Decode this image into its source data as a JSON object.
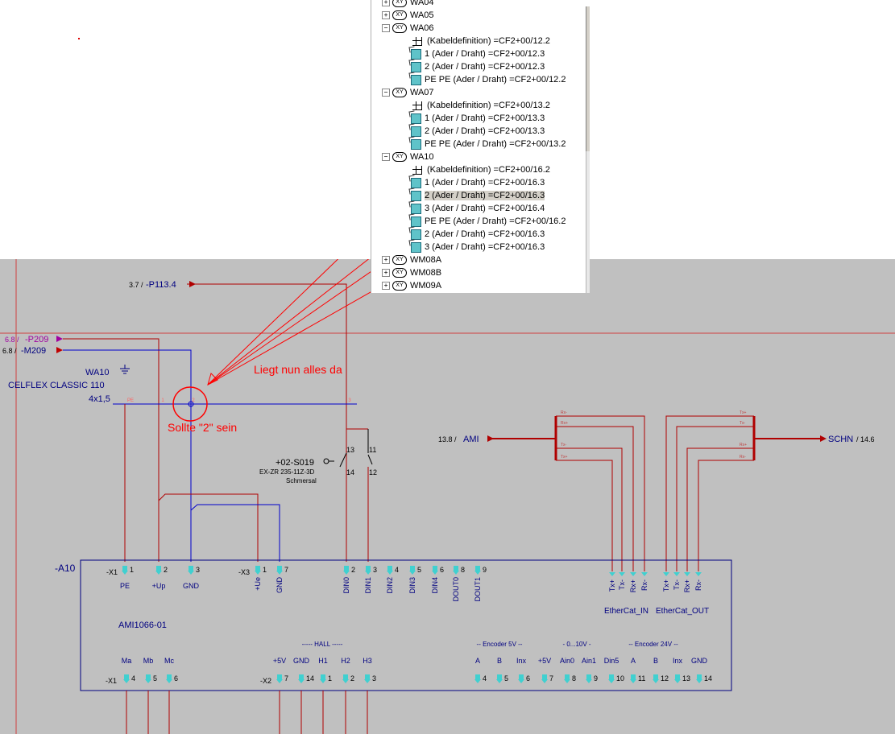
{
  "tree": {
    "top_partial": "WA04",
    "groups": [
      {
        "name": "WA05",
        "expanded": false,
        "children": []
      },
      {
        "name": "WA06",
        "expanded": true,
        "children": [
          {
            "kind": "def",
            "label": "(Kabeldefinition) =CF2+00/12.2"
          },
          {
            "kind": "wire",
            "label": "1 (Ader / Draht) =CF2+00/12.3"
          },
          {
            "kind": "wire",
            "label": "2 (Ader / Draht) =CF2+00/12.3"
          },
          {
            "kind": "wire",
            "label": "PE PE (Ader / Draht) =CF2+00/12.2"
          }
        ]
      },
      {
        "name": "WA07",
        "expanded": true,
        "children": [
          {
            "kind": "def",
            "label": "(Kabeldefinition) =CF2+00/13.2"
          },
          {
            "kind": "wire",
            "label": "1 (Ader / Draht) =CF2+00/13.3"
          },
          {
            "kind": "wire",
            "label": "2 (Ader / Draht) =CF2+00/13.3"
          },
          {
            "kind": "wire",
            "label": "PE PE (Ader / Draht) =CF2+00/13.2"
          }
        ]
      },
      {
        "name": "WA10",
        "expanded": true,
        "children": [
          {
            "kind": "def",
            "label": "(Kabeldefinition) =CF2+00/16.2"
          },
          {
            "kind": "wire",
            "label": "1 (Ader / Draht) =CF2+00/16.3"
          },
          {
            "kind": "wire",
            "label": "2 (Ader / Draht) =CF2+00/16.3",
            "selected": true
          },
          {
            "kind": "wire",
            "label": "3 (Ader / Draht) =CF2+00/16.4"
          },
          {
            "kind": "wire",
            "label": "PE PE (Ader / Draht) =CF2+00/16.2"
          },
          {
            "kind": "wire",
            "label": "2 (Ader / Draht) =CF2+00/16.3"
          },
          {
            "kind": "wire",
            "label": "3 (Ader / Draht) =CF2+00/16.3"
          }
        ]
      },
      {
        "name": "WM08A",
        "expanded": false,
        "children": []
      },
      {
        "name": "WM08B",
        "expanded": false,
        "children": []
      },
      {
        "name": "WM09A",
        "expanded": false,
        "children": []
      }
    ],
    "icon": "xy-group-icon"
  },
  "schematic": {
    "p113_ref": "3.7 /",
    "p113_name": "-P113.4",
    "p209_ref": "6.8 /",
    "p209_name": "-P209",
    "m209_ref": "6.8 /",
    "m209_name": "-M209",
    "cable_name": "WA10",
    "cable_type": "CELFLEX CLASSIC 110",
    "cable_size": "4x1,5",
    "cable_cond": [
      "PE",
      "1",
      "2",
      "3"
    ],
    "annotation_all": "Liegt nun alles da",
    "annotation_should": "Sollte \"2\" sein",
    "switch_name": "+02-S019",
    "switch_type": "EX-ZR 235-11Z-3D",
    "switch_maker": "Schmersal",
    "switch_pins": [
      "13",
      "14",
      "11",
      "12"
    ],
    "ami_ref": "13.8 /",
    "ami_name": "AMI",
    "schn_name": "SCHN",
    "schn_ref": "/ 14.6",
    "eth_in_pins": [
      "Rx-",
      "Rx+",
      "Tx-",
      "Tx+"
    ],
    "eth_out_pins": [
      "Tx+",
      "Tx-",
      "Rx+",
      "Rx-"
    ],
    "device_name": "-A10",
    "device_type": "AMI1066-01",
    "x1_label": "-X1",
    "x1_pins": [
      {
        "n": "1",
        "l": "PE"
      },
      {
        "n": "2",
        "l": "+Up"
      },
      {
        "n": "3",
        "l": "GND"
      }
    ],
    "x3_label": "-X3",
    "x3_pins": [
      {
        "n": "1",
        "l": "+Ue"
      },
      {
        "n": "7",
        "l": "GND"
      }
    ],
    "din_pins": [
      {
        "n": "2",
        "l": "DIN0"
      },
      {
        "n": "3",
        "l": "DIN1"
      },
      {
        "n": "4",
        "l": "DIN2"
      },
      {
        "n": "5",
        "l": "DIN3"
      },
      {
        "n": "6",
        "l": "DIN4"
      },
      {
        "n": "8",
        "l": "DOUT0"
      },
      {
        "n": "9",
        "l": "DOUT1"
      }
    ],
    "eth_in_conns": [
      "Tx+",
      "Tx-",
      "Rx+",
      "Rx-"
    ],
    "eth_out_conns": [
      "Tx+",
      "Tx-",
      "Rx+",
      "Rx-"
    ],
    "eth_in_label": "EtherCat_IN",
    "eth_out_label": "EtherCat_OUT",
    "motor_label": "-X1",
    "motor_pins": [
      {
        "n": "4",
        "l": "Ma"
      },
      {
        "n": "5",
        "l": "Mb"
      },
      {
        "n": "6",
        "l": "Mc"
      }
    ],
    "hall_label": "----- HALL -----",
    "x2_label": "-X2",
    "hall_pins": [
      {
        "n": "7",
        "l": "+5V"
      },
      {
        "n": "14",
        "l": "GND"
      },
      {
        "n": "1",
        "l": "H1"
      },
      {
        "n": "2",
        "l": "H2"
      },
      {
        "n": "3",
        "l": "H3"
      }
    ],
    "enc5_label": "-- Encoder 5V --",
    "ana_label": "- 0...10V -",
    "enc24_label": "-- Encoder 24V --",
    "right_pins": [
      {
        "n": "4",
        "l": "A"
      },
      {
        "n": "5",
        "l": "B"
      },
      {
        "n": "6",
        "l": "Inx"
      },
      {
        "n": "7",
        "l": "+5V"
      },
      {
        "n": "8",
        "l": "Ain0"
      },
      {
        "n": "9",
        "l": "Ain1"
      },
      {
        "n": "10",
        "l": "Din5"
      },
      {
        "n": "11",
        "l": "A"
      },
      {
        "n": "12",
        "l": "B"
      },
      {
        "n": "13",
        "l": "Inx"
      },
      {
        "n": "14",
        "l": "GND"
      }
    ]
  },
  "colors": {
    "canvas": "#c0c0c0",
    "blue": "#0000cc",
    "darkred": "#b00000",
    "red": "#ff0000",
    "magenta": "#a000a0",
    "cyan": "#40d0d0",
    "navy": "#000080"
  }
}
